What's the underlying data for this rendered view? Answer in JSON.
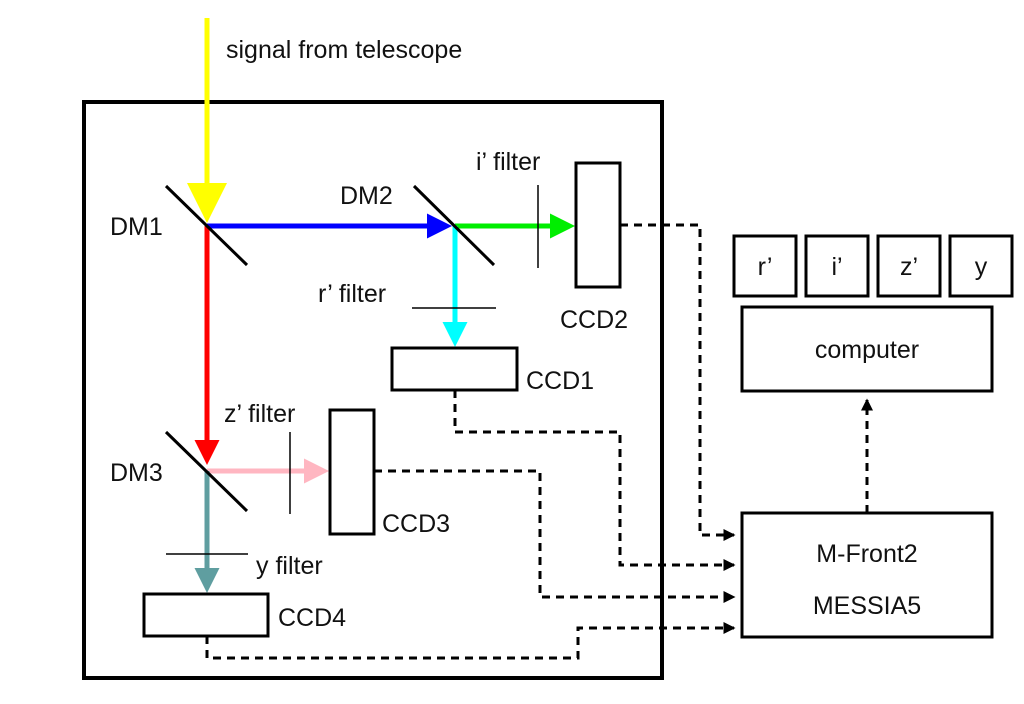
{
  "labels": {
    "signal": "signal from telescope",
    "dm1": "DM1",
    "dm2": "DM2",
    "dm3": "DM3",
    "i_filter": "i’ filter",
    "r_filter": "r’ filter",
    "z_filter": "z’ filter",
    "y_filter": "y filter",
    "ccd1": "CCD1",
    "ccd2": "CCD2",
    "ccd3": "CCD3",
    "ccd4": "CCD4",
    "computer": "computer",
    "mfront": "M-Front2",
    "messia": "MESSIA5"
  },
  "bands": [
    "r’",
    "i’",
    "z’",
    "y"
  ],
  "colors": {
    "signal": "#ffff00",
    "dm1_to_dm2": "#0000ff",
    "dm2_to_ccd2": "#00ee00",
    "dm2_to_ccd1": "#00ffff",
    "dm1_to_dm3": "#ff0000",
    "dm3_to_ccd3": "#ffb6c1",
    "dm3_to_ccd4": "#5f9ea0"
  }
}
